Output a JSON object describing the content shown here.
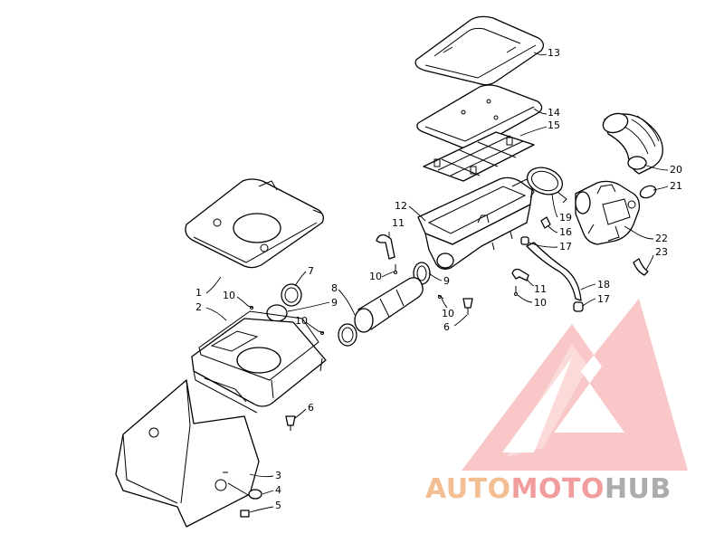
{
  "diagram": {
    "callouts": [
      {
        "id": "c13",
        "label": "13"
      },
      {
        "id": "c14",
        "label": "14"
      },
      {
        "id": "c15",
        "label": "15"
      },
      {
        "id": "c20",
        "label": "20"
      },
      {
        "id": "c21",
        "label": "21"
      },
      {
        "id": "c12",
        "label": "12"
      },
      {
        "id": "c19",
        "label": "19"
      },
      {
        "id": "c16",
        "label": "16"
      },
      {
        "id": "c17a",
        "label": "17"
      },
      {
        "id": "c22",
        "label": "22"
      },
      {
        "id": "c23",
        "label": "23"
      },
      {
        "id": "c11a",
        "label": "11"
      },
      {
        "id": "c10a",
        "label": "10"
      },
      {
        "id": "c9a",
        "label": "9"
      },
      {
        "id": "c10b",
        "label": "10"
      },
      {
        "id": "c6a",
        "label": "6"
      },
      {
        "id": "c11b",
        "label": "11"
      },
      {
        "id": "c10c",
        "label": "10"
      },
      {
        "id": "c18",
        "label": "18"
      },
      {
        "id": "c17b",
        "label": "17"
      },
      {
        "id": "c7",
        "label": "7"
      },
      {
        "id": "c8",
        "label": "8"
      },
      {
        "id": "c9b",
        "label": "9"
      },
      {
        "id": "c1",
        "label": "1"
      },
      {
        "id": "c10d",
        "label": "10"
      },
      {
        "id": "c2",
        "label": "2"
      },
      {
        "id": "c10e",
        "label": "10"
      },
      {
        "id": "c6b",
        "label": "6"
      },
      {
        "id": "c3",
        "label": "3"
      },
      {
        "id": "c4",
        "label": "4"
      },
      {
        "id": "c5",
        "label": "5"
      }
    ]
  },
  "watermark": {
    "part1": "AUTO",
    "part2": "MOTO",
    "part3": "HUB",
    "color_light": "#f2b47f",
    "color_red": "#f08c8c",
    "color_gray": "#9e9e9e"
  }
}
